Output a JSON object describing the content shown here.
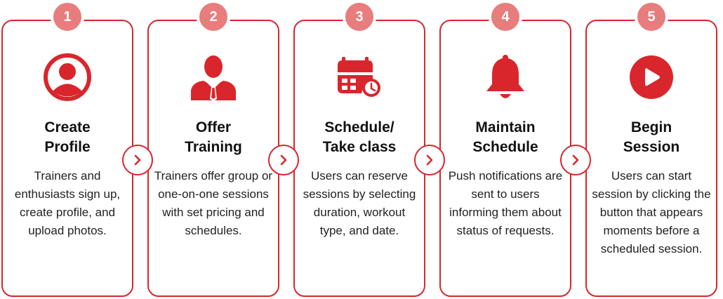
{
  "steps": [
    {
      "number": "1",
      "title_line1": "Create",
      "title_line2": "Profile",
      "description": "Trainers and enthusiasts sign up, create profile, and upload photos.",
      "icon": "user-profile-icon"
    },
    {
      "number": "2",
      "title_line1": "Offer",
      "title_line2": "Training",
      "description": "Trainers offer group or one-on-one sessions with set pricing and schedules.",
      "icon": "trainer-icon"
    },
    {
      "number": "3",
      "title_line1": "Schedule/",
      "title_line2": "Take class",
      "description": "Users can reserve sessions by selecting duration, workout type, and date.",
      "icon": "calendar-clock-icon"
    },
    {
      "number": "4",
      "title_line1": "Maintain",
      "title_line2": "Schedule",
      "description": "Push notifications are sent to users informing them about status of requests.",
      "icon": "bell-icon"
    },
    {
      "number": "5",
      "title_line1": "Begin",
      "title_line2": "Session",
      "description": "Users can start session by clicking the button that appears moments before a scheduled session.",
      "icon": "play-button-icon"
    }
  ],
  "colors": {
    "accent": "#d9262c",
    "badge": "#e97c7c"
  },
  "connector_icon": "chevron-right-icon"
}
